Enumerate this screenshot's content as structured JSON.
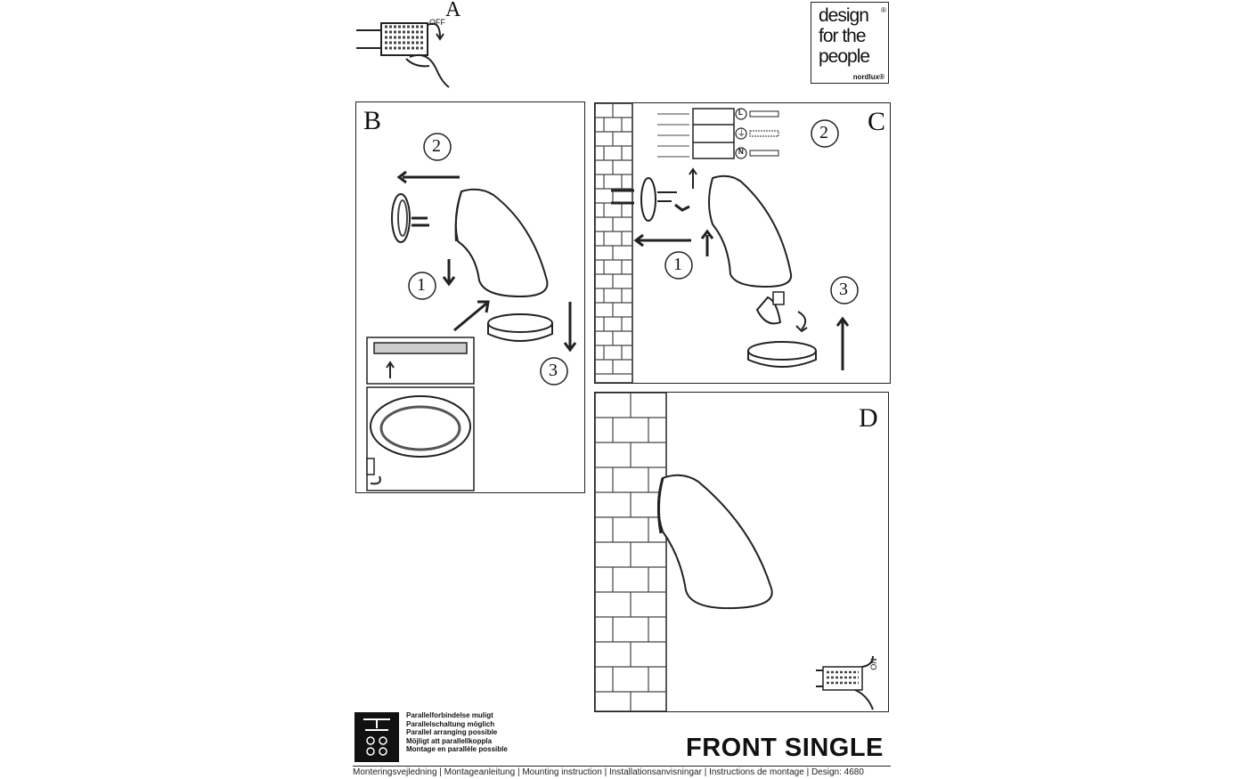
{
  "logo": {
    "line1": "design",
    "line2": "for the",
    "line3": "people",
    "reg": "®",
    "brand": "nordlux®"
  },
  "steps": {
    "a": {
      "letter": "A",
      "switch_label": "OFF"
    },
    "b": {
      "letter": "B",
      "n1": "1",
      "n2": "2",
      "n3": "3"
    },
    "c": {
      "letter": "C",
      "n1": "1",
      "n2": "2",
      "n3": "3",
      "terminals": [
        "L",
        "⏚",
        "N"
      ]
    },
    "d": {
      "letter": "D",
      "switch_label": "ON"
    }
  },
  "parallel_connection": [
    "Parallelforbindelse muligt",
    "Parallelschaltung möglich",
    "Parallel arranging possible",
    "Möjligt att parallellkoppla",
    "Montage en parallèle possible"
  ],
  "product_title": "FRONT SINGLE",
  "footer": "Monteringsvejledning | Montageanleitung | Mounting instruction | Installationsanvisningar | Instructions de montage | Design: 4680"
}
